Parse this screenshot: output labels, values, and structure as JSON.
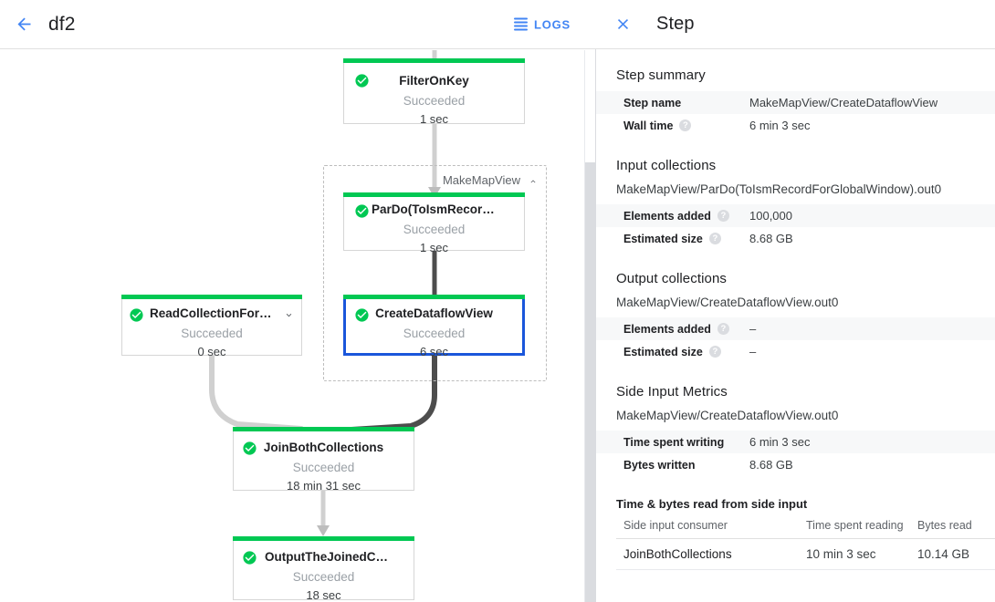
{
  "topbar": {
    "back_icon": "arrow-back-icon",
    "job_title": "df2",
    "logs_label": "LOGS",
    "logs_icon": "logs-hamburger-icon"
  },
  "graph": {
    "group": {
      "label": "MakeMapView",
      "caret_icon": "chevron-up-icon"
    },
    "nodes": [
      {
        "id": "filter-on-key",
        "name": "FilterOnKey",
        "status": "Succeeded",
        "time": "1 sec",
        "status_icon": "check-circle-icon",
        "selected": false,
        "expandable": false
      },
      {
        "id": "pardo-toismrecordfor",
        "name": "ParDo(ToIsmRecordFor…",
        "status": "Succeeded",
        "time": "1 sec",
        "status_icon": "check-circle-icon",
        "selected": false,
        "expandable": false
      },
      {
        "id": "create-dataflow-view",
        "name": "CreateDataflowView",
        "status": "Succeeded",
        "time": "6 sec",
        "status_icon": "check-circle-icon",
        "selected": true,
        "expandable": false
      },
      {
        "id": "read-collection-for-join",
        "name": "ReadCollectionForJoin",
        "status": "Succeeded",
        "time": "0 sec",
        "status_icon": "check-circle-icon",
        "selected": false,
        "expandable": true,
        "caret_icon": "chevron-down-icon"
      },
      {
        "id": "join-both-collections",
        "name": "JoinBothCollections",
        "status": "Succeeded",
        "time": "18 min 31 sec",
        "status_icon": "check-circle-icon",
        "selected": false,
        "expandable": false
      },
      {
        "id": "output-the-joined-collec",
        "name": "OutputTheJoinedCollec…",
        "status": "Succeeded",
        "time": "18 sec",
        "status_icon": "check-circle-icon",
        "selected": false,
        "expandable": false
      }
    ],
    "colors": {
      "success_bar": "#00c853",
      "selected_border": "#1a56db",
      "edge_light": "#d0d0d0",
      "edge_dark": "#4d4d4d"
    }
  },
  "panel": {
    "close_icon": "close-icon",
    "title": "Step",
    "step_summary": {
      "heading": "Step summary",
      "rows": [
        {
          "key": "Step name",
          "value": "MakeMapView/CreateDataflowView",
          "help": false
        },
        {
          "key": "Wall time",
          "value": "6 min 3 sec",
          "help": true
        }
      ]
    },
    "input_collections": {
      "heading": "Input collections",
      "collection": "MakeMapView/ParDo(ToIsmRecordForGlobalWindow).out0",
      "rows": [
        {
          "key": "Elements added",
          "value": "100,000",
          "help": true
        },
        {
          "key": "Estimated size",
          "value": "8.68 GB",
          "help": true
        }
      ]
    },
    "output_collections": {
      "heading": "Output collections",
      "collection": "MakeMapView/CreateDataflowView.out0",
      "rows": [
        {
          "key": "Elements added",
          "value": "–",
          "help": true
        },
        {
          "key": "Estimated size",
          "value": "–",
          "help": true
        }
      ]
    },
    "side_input_metrics": {
      "heading": "Side Input Metrics",
      "collection": "MakeMapView/CreateDataflowView.out0",
      "rows": [
        {
          "key": "Time spent writing",
          "value": "6 min 3 sec",
          "help": false
        },
        {
          "key": "Bytes written",
          "value": "8.68 GB",
          "help": false
        }
      ]
    },
    "side_input_table": {
      "heading": "Time & bytes read from side input",
      "columns": [
        "Side input consumer",
        "Time spent reading",
        "Bytes read"
      ],
      "rows": [
        [
          "JoinBothCollections",
          "10 min 3 sec",
          "10.14 GB"
        ]
      ]
    }
  }
}
